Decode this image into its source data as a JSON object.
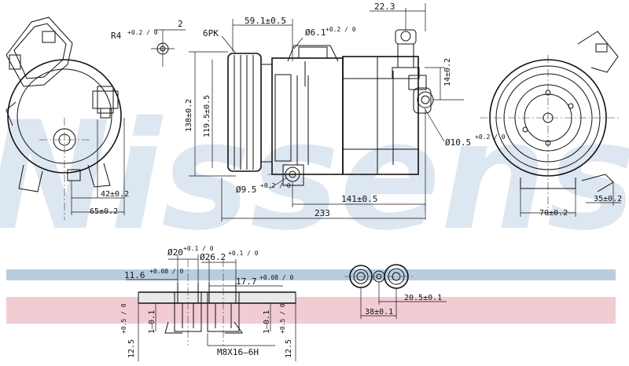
{
  "brand": {
    "watermark": "Nissens",
    "band_blue": "#b9cde0",
    "band_red": "#f2ccd3"
  },
  "side_view": {
    "r": "R4",
    "r_tol": "+0.2 / 0",
    "two": "2",
    "d42": "42±0.2",
    "d65": "65±0.2"
  },
  "front_view": {
    "pk": "6PK",
    "d59": "59.1±0.5",
    "d6_1": "Ø6.1",
    "d6_1_tol": "+0.2 / 0",
    "d22": "22.3",
    "d14": "14±0.2",
    "d138": "138±0.2",
    "d119": "119.5±0.5",
    "d10_5": "Ø10.5",
    "d10_5_tol": "+0.2 / 0",
    "d9_5": "Ø9.5",
    "d9_5_tol": "+0.2 / 0",
    "d141": "141±0.5",
    "d233": "233"
  },
  "end_view": {
    "d35": "35±0.2",
    "d70": "70±0.2"
  },
  "port_detail": {
    "d20": "Ø20",
    "d20_tol": "+0.1 / 0",
    "d26": "Ø26.2",
    "d26_tol": "+0.1 / 0",
    "d11_6": "11.6",
    "d11_6_tol": "+0.08 / 0",
    "d17_7": "17.7",
    "d17_7_tol": "+0.08 / 0",
    "d1_1a": "1–0.1",
    "d1_1b": "1–0.1",
    "d12_5a": "12.5",
    "d12_5a_tol": "+0.5 / 0",
    "d12_5b": "12.5",
    "d12_5b_tol": "+0.5 / 0",
    "thread": "M8X16–6H"
  },
  "port_face": {
    "d20_5": "20.5±0.1",
    "d38": "38±0.1"
  }
}
